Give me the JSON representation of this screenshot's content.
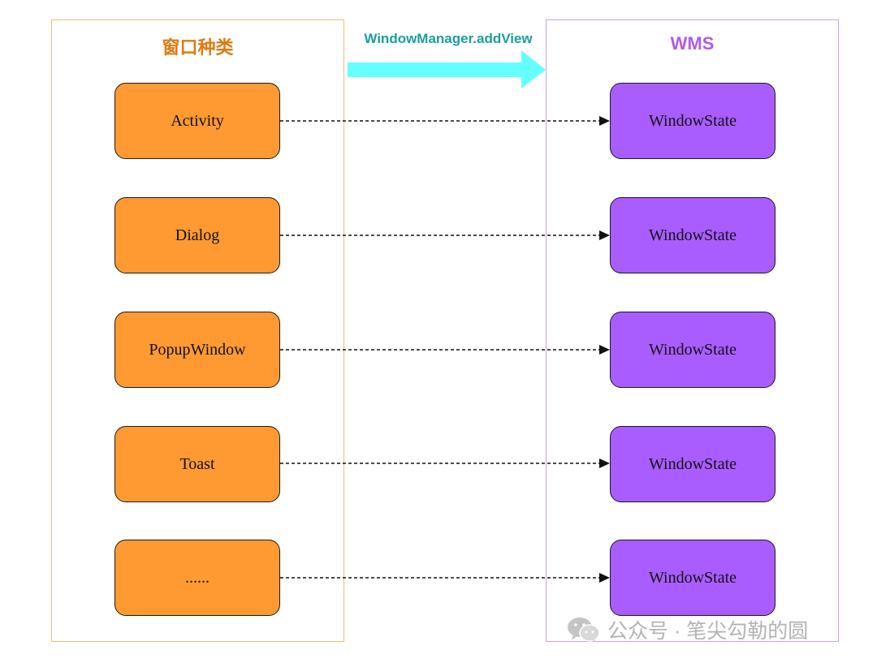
{
  "colors": {
    "left_border": "#f7b97a",
    "right_border": "#c9a0f0",
    "left_title": "#e07a12",
    "right_title": "#b25be8",
    "left_node_fill": "#ff9a33",
    "right_node_fill": "#aa5dff",
    "arrow_fill": "#66ffff",
    "arrow_label": "#1a9fa0",
    "connector": "#111111",
    "watermark": "#b3b3b3"
  },
  "left_group": {
    "title": "窗口种类",
    "nodes": [
      {
        "label": "Activity"
      },
      {
        "label": "Dialog"
      },
      {
        "label": "PopupWindow"
      },
      {
        "label": "Toast"
      },
      {
        "label": "......"
      }
    ]
  },
  "right_group": {
    "title": "WMS",
    "nodes": [
      {
        "label": "WindowState"
      },
      {
        "label": "WindowState"
      },
      {
        "label": "WindowState"
      },
      {
        "label": "WindowState"
      },
      {
        "label": "WindowState"
      }
    ]
  },
  "main_arrow": {
    "label": "WindowManager.addView"
  },
  "watermark": {
    "icon": "wechat-icon",
    "text": "公众号 · 笔尖勾勒的圆"
  }
}
